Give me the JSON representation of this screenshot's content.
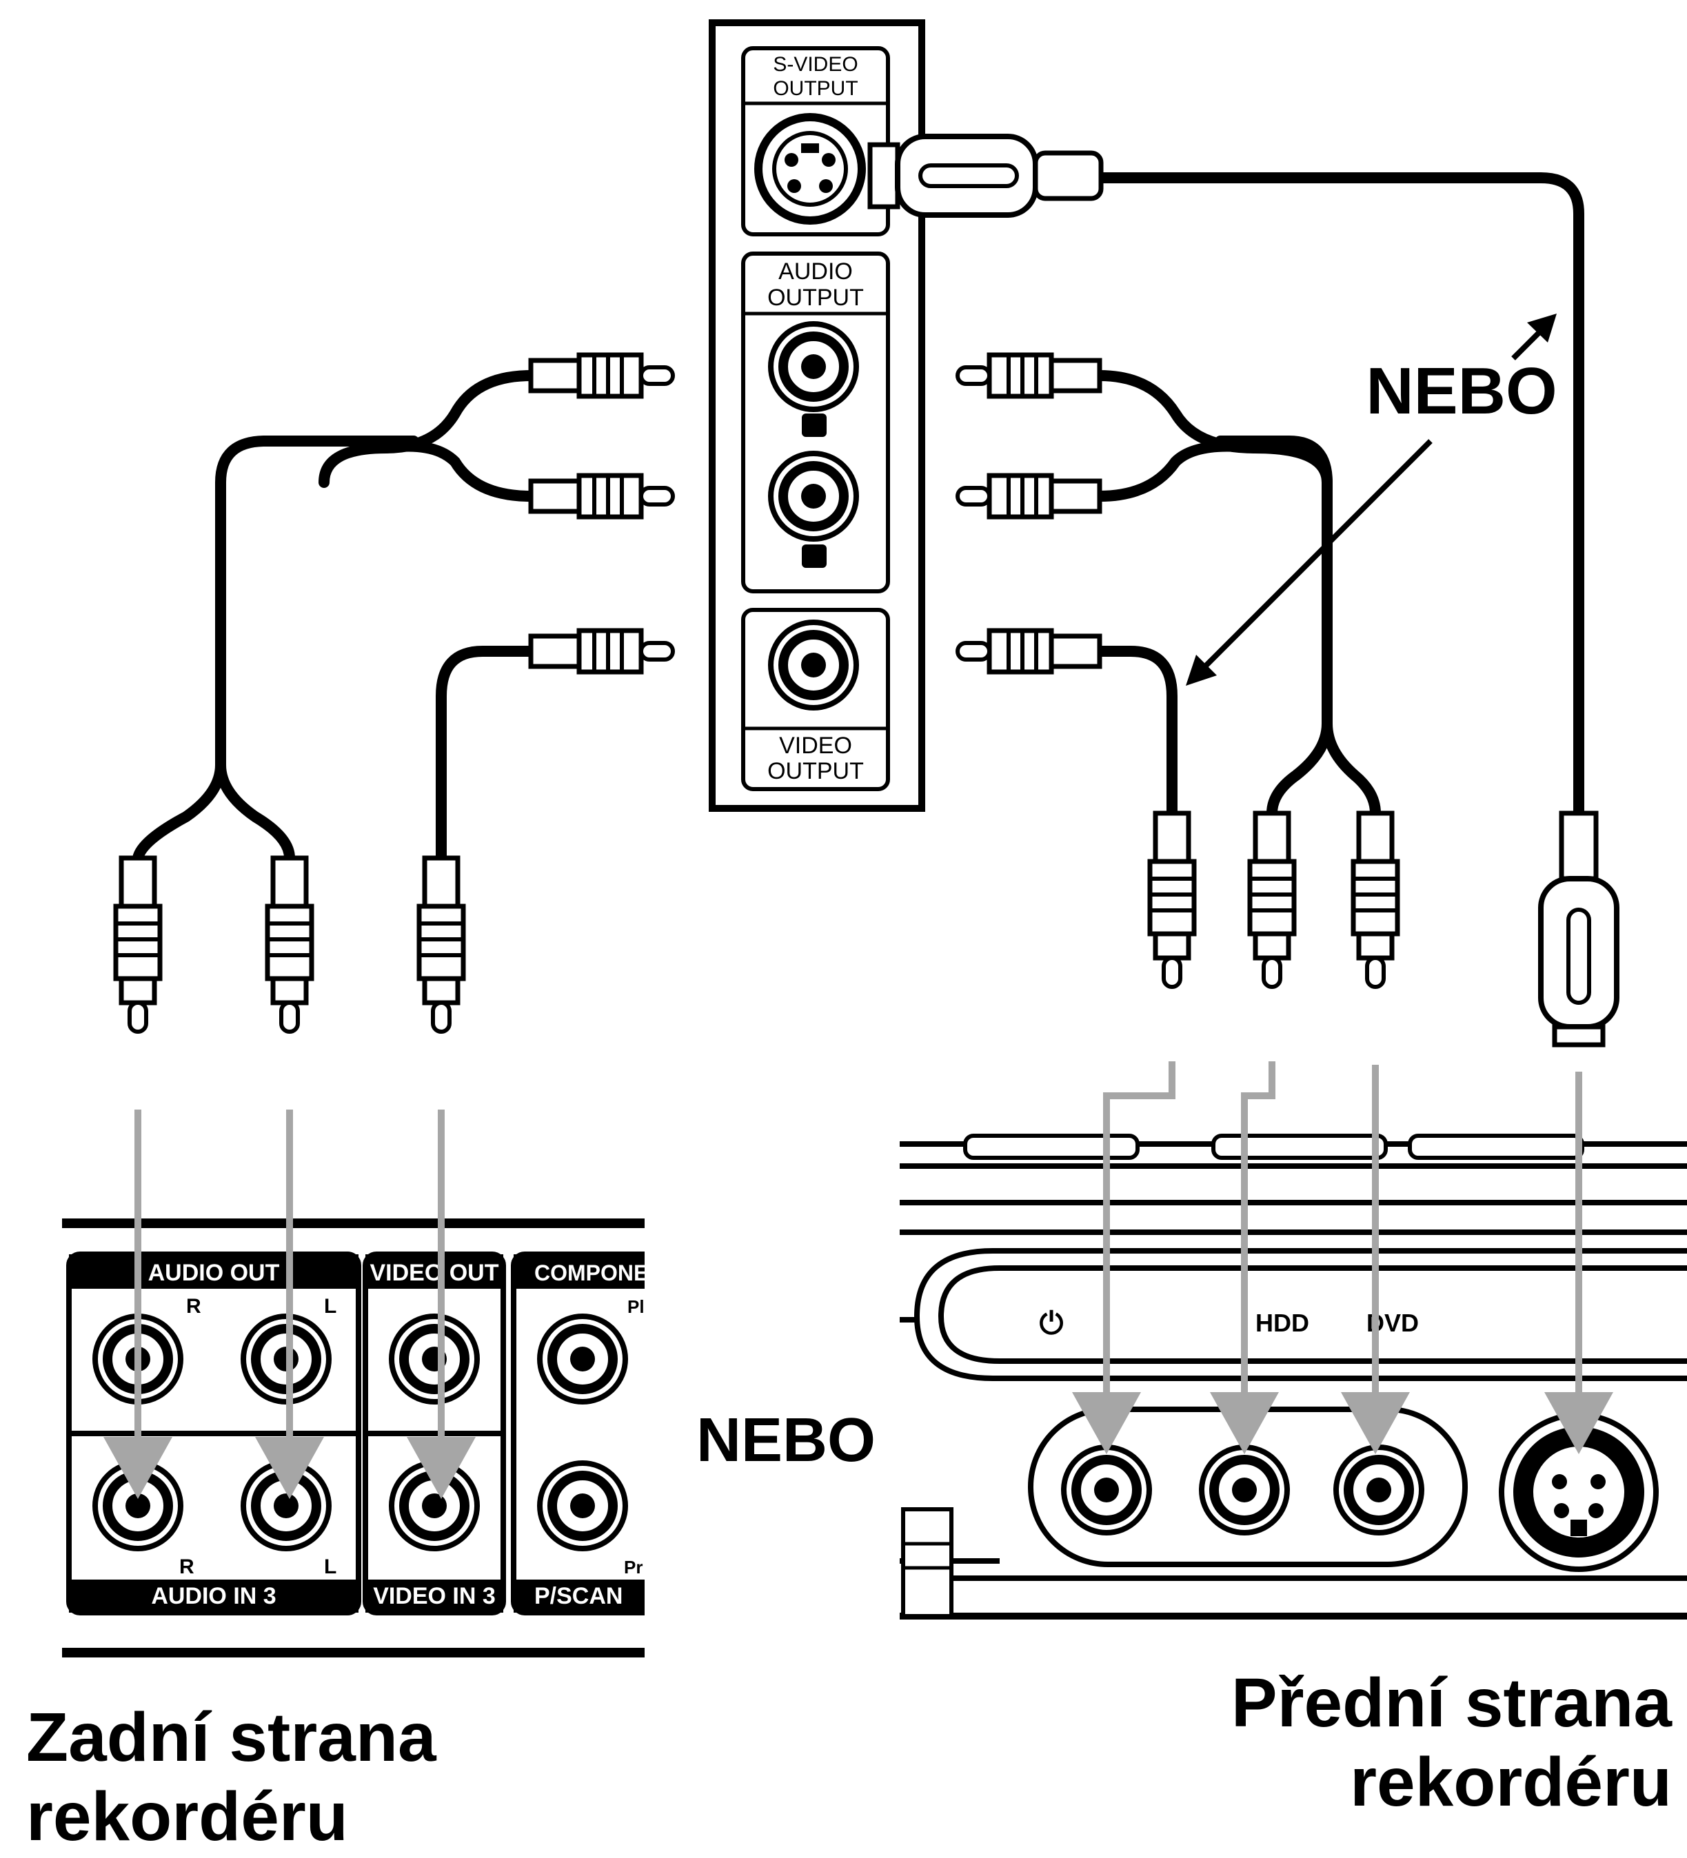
{
  "source_panel": {
    "svideo_label_line1": "S-VIDEO",
    "svideo_label_line2": "OUTPUT",
    "audio_label_line1": "AUDIO",
    "audio_label_line2": "OUTPUT",
    "video_label_line1": "VIDEO",
    "video_label_line2": "OUTPUT"
  },
  "or_label_top": "NEBO",
  "or_label_middle": "NEBO",
  "rear_panel": {
    "audio_out": "AUDIO OUT",
    "video_out": "VIDEO OUT",
    "component": "COMPONEI",
    "right_top": "R",
    "left_top": "L",
    "right_bottom": "R",
    "left_bottom": "L",
    "pb": "Pl",
    "pr": "Pr",
    "audio_in": "AUDIO IN 3",
    "video_in": "VIDEO IN 3",
    "pscan": "P/SCAN"
  },
  "front_panel": {
    "power_symbol": "⏻",
    "hdd": "HDD",
    "dvd": "DVD"
  },
  "caption_rear_line1": "Zadní strana",
  "caption_rear_line2": "rekordéru",
  "caption_front_line1": "Přední strana",
  "caption_front_line2": "rekordéru",
  "colors": {
    "line": "#000000",
    "arrow": "#a6a6a6",
    "panel_band": "#000000",
    "background": "#ffffff"
  }
}
